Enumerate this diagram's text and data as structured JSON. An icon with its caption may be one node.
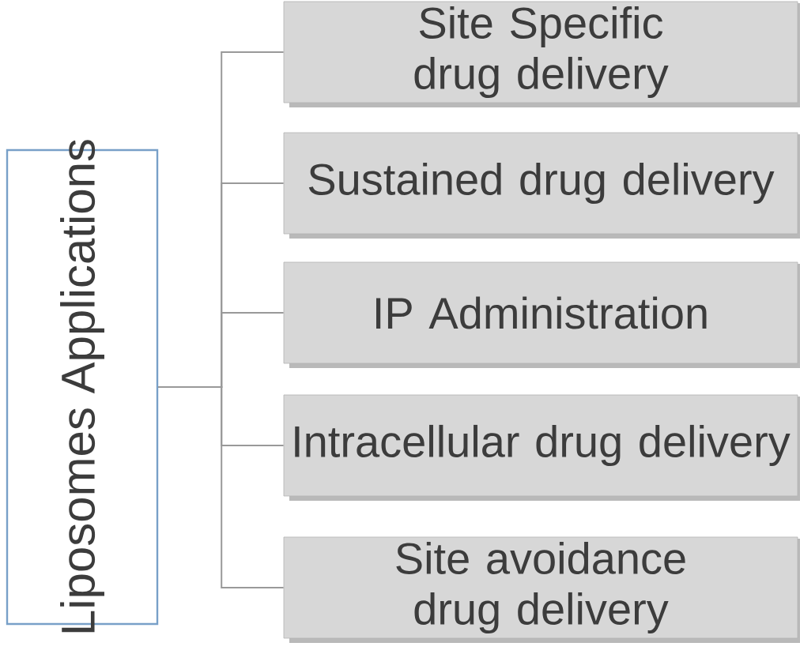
{
  "diagram": {
    "nodes": [
      {
        "text": [
          "Liposomes Applications"
        ]
      },
      {
        "text": [
          "Site Specific drug delivery"
        ]
      },
      {
        "text": [
          "Sustained drug delivery"
        ]
      },
      {
        "text": [
          "IP Administration"
        ]
      },
      {
        "text": [
          "Intracellular drug delivery"
        ]
      },
      {
        "text": [
          "Site avoidance drug delivery"
        ]
      }
    ],
    "edges": [
      {
        "from": 0,
        "to": 1,
        "arrow": "none"
      },
      {
        "from": 0,
        "to": 2,
        "arrow": "none"
      },
      {
        "from": 0,
        "to": 3,
        "arrow": "none"
      },
      {
        "from": 0,
        "to": 4,
        "arrow": "none"
      },
      {
        "from": 0,
        "to": 5,
        "arrow": "none"
      }
    ]
  }
}
